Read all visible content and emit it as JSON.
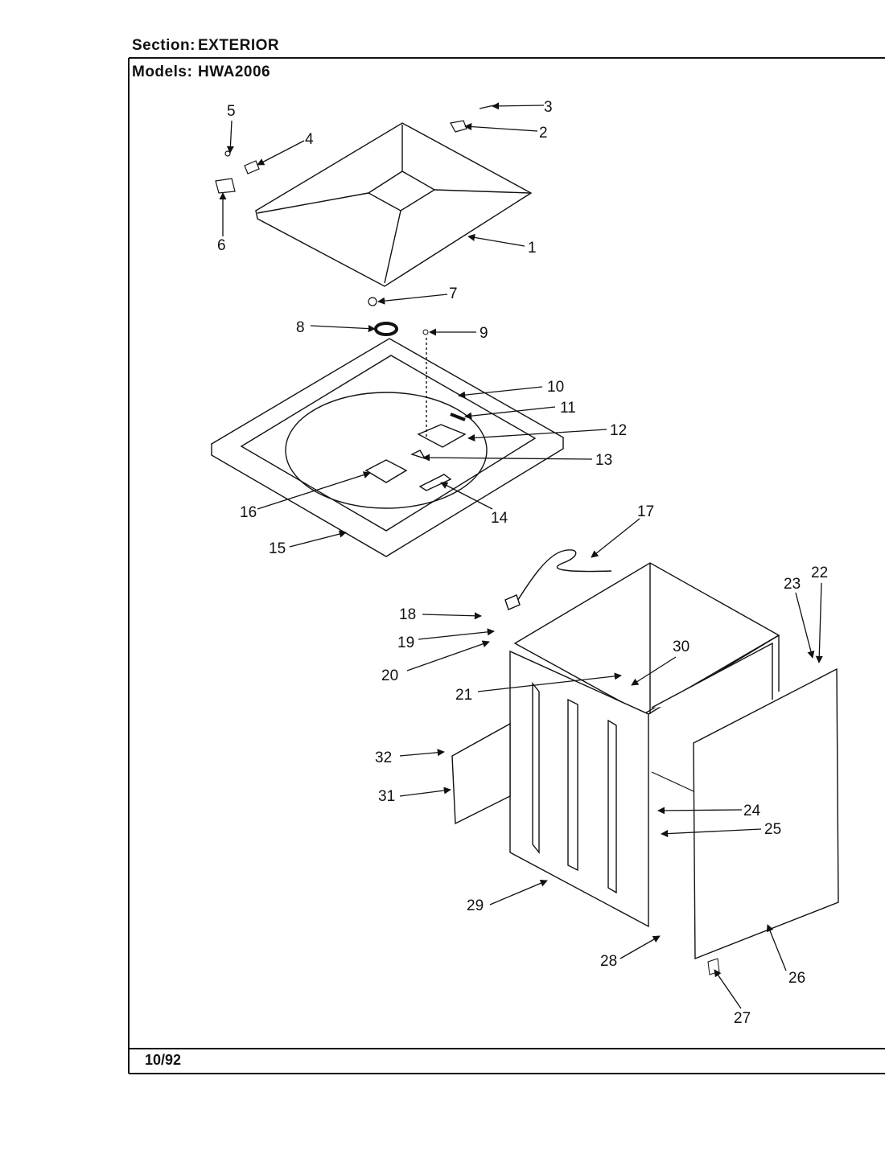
{
  "header": {
    "section_label": "Section:",
    "section_value": "EXTERIOR",
    "models_label": "Models:",
    "models_value": "HWA2006"
  },
  "footer": {
    "date": "10/92"
  },
  "callouts": [
    "1",
    "2",
    "3",
    "4",
    "5",
    "6",
    "7",
    "8",
    "9",
    "10",
    "11",
    "12",
    "13",
    "14",
    "15",
    "16",
    "17",
    "18",
    "19",
    "20",
    "21",
    "22",
    "23",
    "24",
    "25",
    "26",
    "27",
    "28",
    "29",
    "30",
    "31",
    "32"
  ]
}
